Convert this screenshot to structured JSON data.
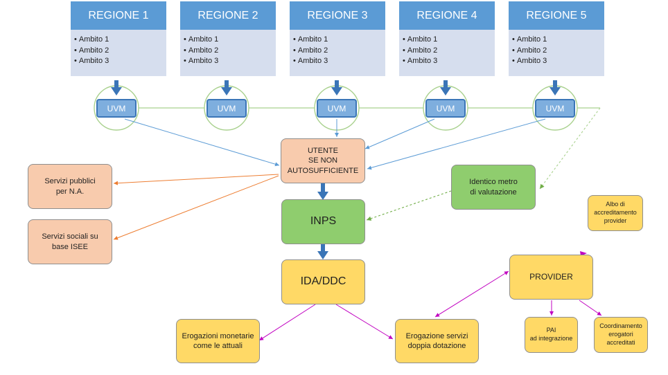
{
  "regions": [
    {
      "title": "REGIONE 1",
      "items": [
        "Ambito 1",
        "Ambito 2",
        "Ambito 3"
      ]
    },
    {
      "title": "REGIONE 2",
      "items": [
        "Ambito 1",
        "Ambito 2",
        "Ambito 3"
      ]
    },
    {
      "title": "REGIONE 3",
      "items": [
        "Ambito 1",
        "Ambito 2",
        "Ambito 3"
      ]
    },
    {
      "title": "REGIONE 4",
      "items": [
        "Ambito 1",
        "Ambito 2",
        "Ambito 3"
      ]
    },
    {
      "title": "REGIONE 5",
      "items": [
        "Ambito 1",
        "Ambito 2",
        "Ambito 3"
      ]
    }
  ],
  "uvm_label": "UVM",
  "utente": {
    "line1": "UTENTE",
    "line2": "SE NON",
    "line3": "AUTOSUFFICIENTE"
  },
  "servizi_pubblici": {
    "line1": "Servizi pubblici",
    "line2": "per N.A."
  },
  "servizi_sociali": {
    "line1": "Servizi sociali su",
    "line2": "base ISEE"
  },
  "identico": {
    "line1": "Identico metro",
    "line2": "di valutazione"
  },
  "inps": "INPS",
  "albo": {
    "line1": "Albo di",
    "line2": "accreditamento",
    "line3": "provider"
  },
  "ida": "IDA/DDC",
  "provider": "PROVIDER",
  "erogazioni_monetarie": {
    "line1": "Erogazioni monetarie",
    "line2": "come le attuali"
  },
  "erogazione_servizi": {
    "line1": "Erogazione servizi",
    "line2": "doppia dotazione"
  },
  "pai": {
    "line1": "PAI",
    "line2": "ad integrazione"
  },
  "coordinamento": {
    "line1": "Coordinamento",
    "line2": "erogatori",
    "line3": "accreditati"
  },
  "colors": {
    "region_header": "#5b9bd5",
    "region_body": "#d6deee",
    "uvm": "#7eaede",
    "orange": "#f8cbad",
    "green": "#8fcd6e",
    "yellow": "#ffd966",
    "blue_line": "#5b9bd5",
    "orange_line": "#ed7d31",
    "green_line": "#70ad47",
    "magenta_line": "#c000c0"
  }
}
